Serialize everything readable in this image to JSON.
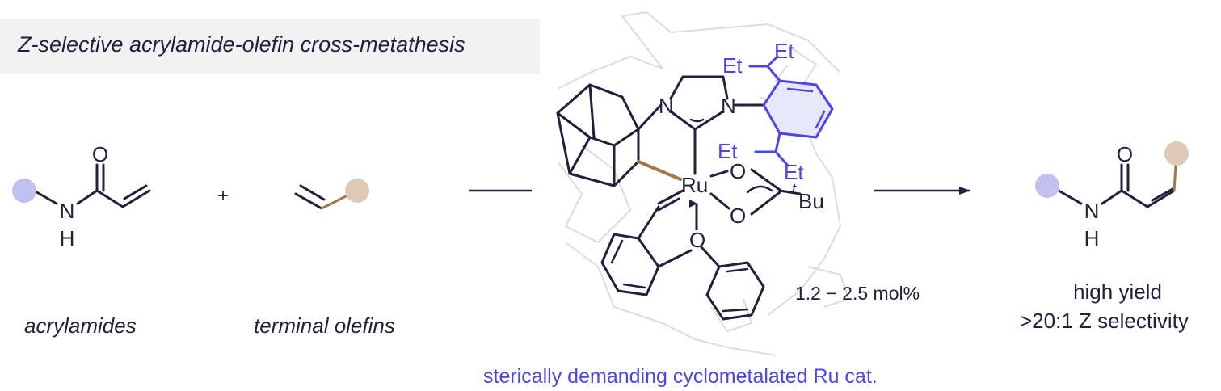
{
  "header": {
    "title": "Z-selective acrylamide-olefin cross-metathesis"
  },
  "reactants": {
    "acrylamide_label": "acrylamides",
    "olefin_label": "terminal olefins",
    "plus": "+"
  },
  "catalyst": {
    "loading": "1.2 − 2.5 mol%",
    "caption": "sterically demanding cyclometalated Ru cat.",
    "atoms": {
      "ru": "Ru",
      "n1": "N",
      "n2": "N",
      "o1": "O",
      "o2": "O",
      "o3": "O",
      "et1": "Et",
      "et2": "Et",
      "et3": "Et",
      "et4": "Et",
      "tbu_sup": "t",
      "tbu": "Bu"
    }
  },
  "product": {
    "yield_label": "high yield",
    "selectivity_label": ">20:1 Z selectivity"
  },
  "atoms": {
    "o": "O",
    "n": "N",
    "h": "H"
  },
  "colors": {
    "ink": "#231f3d",
    "accent_blue": "#4a45f0",
    "substituent_purple": "#c2c0ee",
    "substituent_tan": "#dfcab5",
    "bond_brown": "#a37845",
    "banner_bg": "#f2f2f2"
  }
}
